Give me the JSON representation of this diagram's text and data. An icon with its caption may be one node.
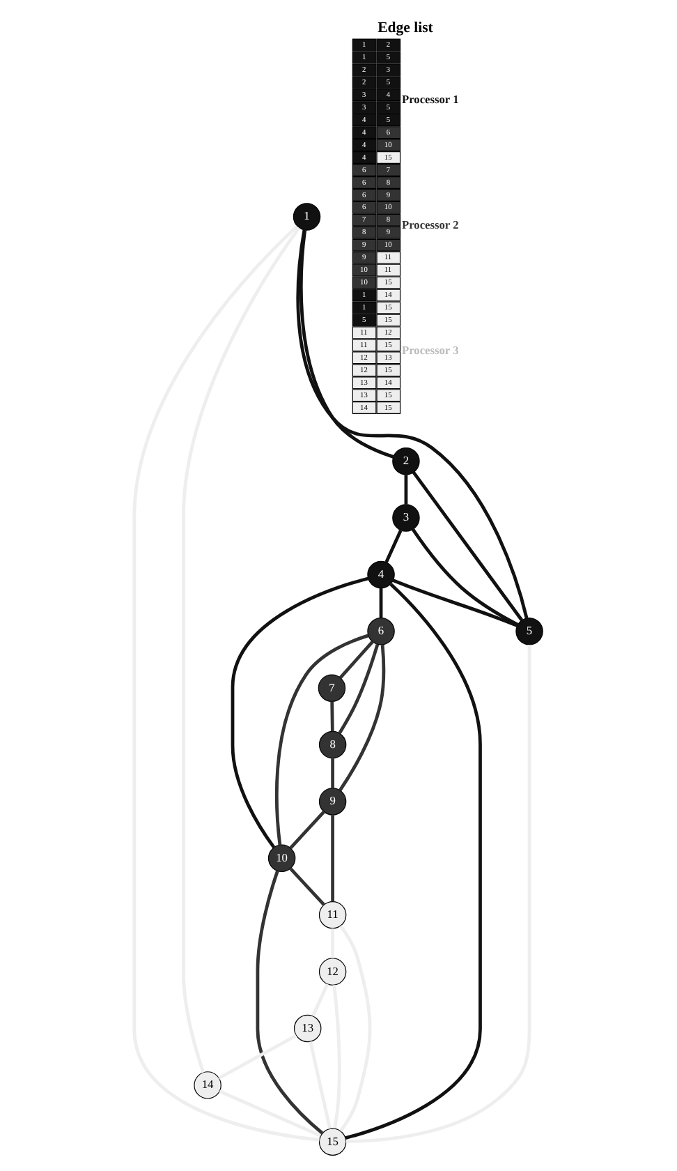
{
  "diagram": {
    "nodes": [
      {
        "text": [
          "1"
        ]
      },
      {
        "text": [
          "2"
        ]
      },
      {
        "text": [
          "3"
        ]
      },
      {
        "text": [
          "4"
        ]
      },
      {
        "text": [
          "5"
        ]
      },
      {
        "text": [
          "6"
        ]
      },
      {
        "text": [
          "7"
        ]
      },
      {
        "text": [
          "8"
        ]
      },
      {
        "text": [
          "9"
        ]
      },
      {
        "text": [
          "10"
        ]
      },
      {
        "text": [
          "11"
        ]
      },
      {
        "text": [
          "12"
        ]
      },
      {
        "text": [
          "13"
        ]
      },
      {
        "text": [
          "14"
        ]
      },
      {
        "text": [
          "15"
        ]
      }
    ],
    "edges": [
      {
        "from": 0,
        "to": 1,
        "arrow": "none",
        "color": "#111111"
      },
      {
        "from": 0,
        "to": 4,
        "arrow": "none",
        "color": "#111111"
      },
      {
        "from": 1,
        "to": 2,
        "arrow": "none",
        "color": "#111111"
      },
      {
        "from": 1,
        "to": 4,
        "arrow": "none",
        "color": "#111111"
      },
      {
        "from": 2,
        "to": 3,
        "arrow": "none",
        "color": "#111111"
      },
      {
        "from": 2,
        "to": 4,
        "arrow": "none",
        "color": "#111111"
      },
      {
        "from": 3,
        "to": 4,
        "arrow": "none",
        "color": "#111111"
      },
      {
        "from": 3,
        "to": 5,
        "arrow": "none",
        "color": "#111111"
      },
      {
        "from": 3,
        "to": 9,
        "arrow": "none",
        "color": "#111111"
      },
      {
        "from": 3,
        "to": 14,
        "arrow": "none",
        "color": "#111111"
      },
      {
        "from": 5,
        "to": 6,
        "arrow": "none",
        "color": "#333333"
      },
      {
        "from": 5,
        "to": 7,
        "arrow": "none",
        "color": "#333333"
      },
      {
        "from": 5,
        "to": 8,
        "arrow": "none",
        "color": "#333333"
      },
      {
        "from": 5,
        "to": 9,
        "arrow": "none",
        "color": "#333333"
      },
      {
        "from": 6,
        "to": 7,
        "arrow": "none",
        "color": "#333333"
      },
      {
        "from": 7,
        "to": 8,
        "arrow": "none",
        "color": "#333333"
      },
      {
        "from": 8,
        "to": 9,
        "arrow": "none",
        "color": "#333333"
      },
      {
        "from": 8,
        "to": 10,
        "arrow": "none",
        "color": "#333333"
      },
      {
        "from": 9,
        "to": 10,
        "arrow": "none",
        "color": "#333333"
      },
      {
        "from": 9,
        "to": 14,
        "arrow": "none",
        "color": "#333333"
      },
      {
        "from": 0,
        "to": 13,
        "arrow": "none",
        "color": "#eeeeee"
      },
      {
        "from": 0,
        "to": 14,
        "arrow": "none",
        "color": "#eeeeee"
      },
      {
        "from": 4,
        "to": 14,
        "arrow": "none",
        "color": "#eeeeee"
      },
      {
        "from": 10,
        "to": 11,
        "arrow": "none",
        "color": "#eeeeee"
      },
      {
        "from": 10,
        "to": 14,
        "arrow": "none",
        "color": "#eeeeee"
      },
      {
        "from": 11,
        "to": 12,
        "arrow": "none",
        "color": "#eeeeee"
      },
      {
        "from": 11,
        "to": 14,
        "arrow": "none",
        "color": "#eeeeee"
      },
      {
        "from": 12,
        "to": 13,
        "arrow": "none",
        "color": "#eeeeee"
      },
      {
        "from": 12,
        "to": 14,
        "arrow": "none",
        "color": "#eeeeee"
      },
      {
        "from": 13,
        "to": 14,
        "arrow": "none",
        "color": "#eeeeee"
      }
    ],
    "labels": [
      "Edge list",
      "1",
      "2",
      "1",
      "5",
      "2",
      "3",
      "2",
      "5",
      "3",
      "4",
      "3",
      "5",
      "4",
      "5",
      "4",
      "6",
      "4",
      "10",
      "4",
      "15",
      "6",
      "7",
      "6",
      "8",
      "6",
      "9",
      "6",
      "10",
      "7",
      "8",
      "8",
      "9",
      "9",
      "10",
      "9",
      "11",
      "10",
      "11",
      "10",
      "15",
      "1",
      "14",
      "1",
      "15",
      "5",
      "15",
      "11",
      "12",
      "11",
      "15",
      "12",
      "13",
      "12",
      "15",
      "13",
      "14",
      "13",
      "15",
      "14",
      "15",
      "Processor 1",
      "Processor 2",
      "Processor 3"
    ]
  }
}
